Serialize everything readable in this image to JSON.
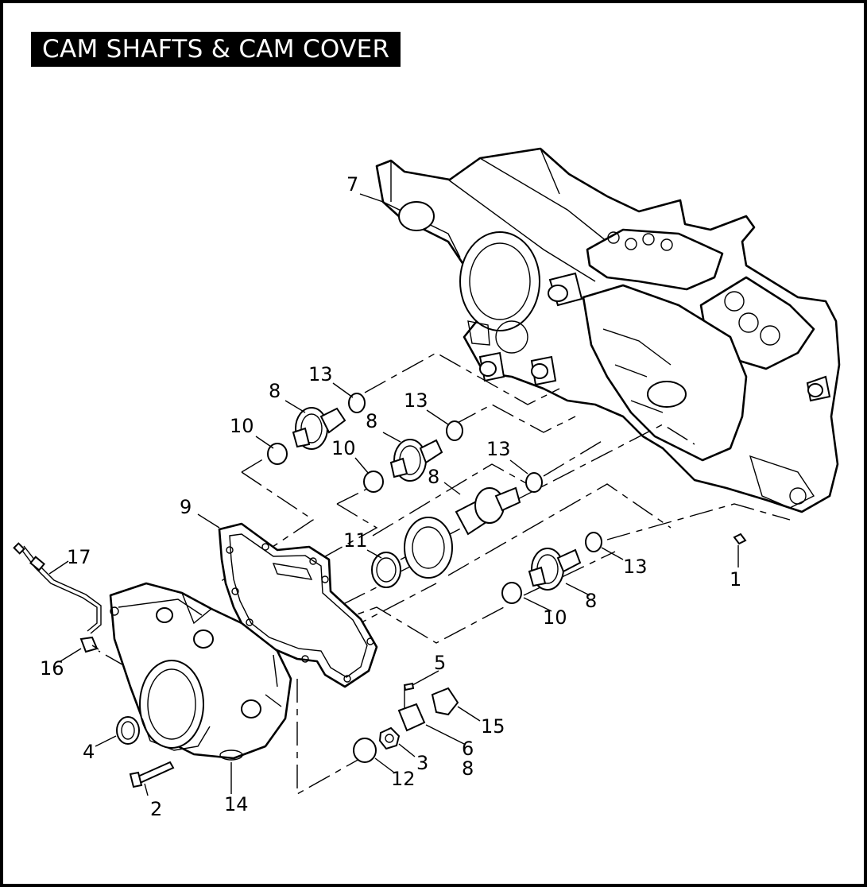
{
  "title": "CAM SHAFTS & CAM COVER",
  "callouts": [
    "1",
    "2",
    "3",
    "4",
    "5",
    "6",
    "8",
    "7",
    "8",
    "8",
    "8",
    "8",
    "9",
    "10",
    "10",
    "10",
    "11",
    "12",
    "13",
    "13",
    "13",
    "13",
    "14",
    "15",
    "16",
    "17"
  ]
}
